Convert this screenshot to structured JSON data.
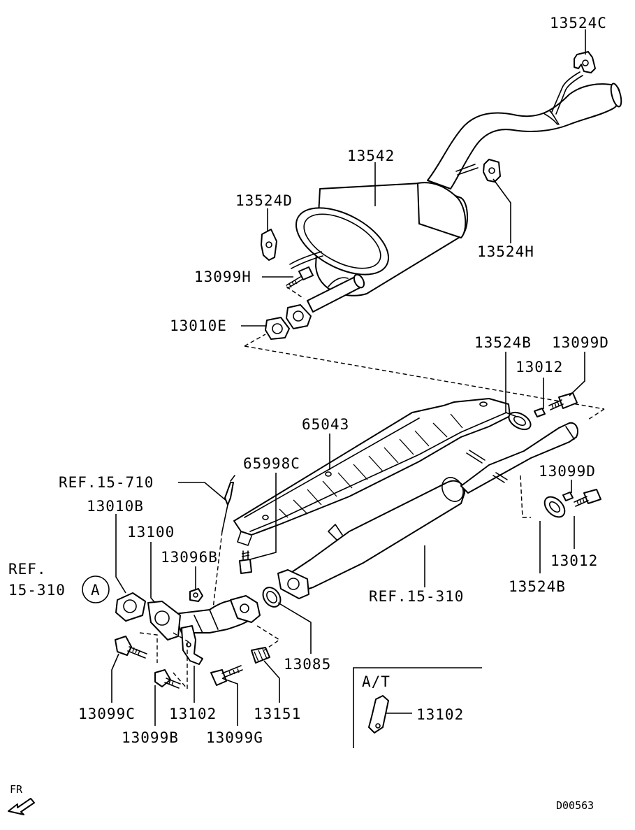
{
  "labels": {
    "p13524C": "13524C",
    "p13542": "13542",
    "p13524D": "13524D",
    "p13524H": "13524H",
    "p13099H": "13099H",
    "p13010E": "13010E",
    "p13524B_top": "13524B",
    "p13099D_top": "13099D",
    "p13012_top": "13012",
    "p65043": "65043",
    "p65998C": "65998C",
    "ref15710": "REF.15-710",
    "p13010B": "13010B",
    "p13100": "13100",
    "p13096B": "13096B",
    "ref15310_left_line1": "REF.",
    "ref15310_left_line2": "15-310",
    "circleA": "A",
    "p13099D_mid": "13099D",
    "p13012_mid": "13012",
    "p13524B_mid": "13524B",
    "ref15310_mid": "REF.15-310",
    "p13085": "13085",
    "p13099C": "13099C",
    "p13102": "13102",
    "p13151": "13151",
    "p13099B": "13099B",
    "p13099G": "13099G",
    "at_title": "A/T",
    "p13102_at": "13102",
    "fr": "FR",
    "diagram_code": "D00563"
  }
}
